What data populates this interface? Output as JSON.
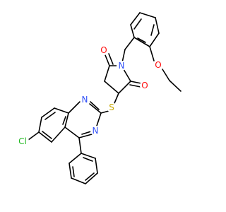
{
  "diagram": {
    "type": "chemical-structure",
    "background": "#ffffff",
    "bond_color": "#000000",
    "atoms": [
      {
        "id": "O1",
        "label": "O",
        "color": "#ff0d0d"
      },
      {
        "id": "N1",
        "label": "N",
        "color": "#3050f8"
      },
      {
        "id": "O2",
        "label": "O",
        "color": "#ff0d0d"
      },
      {
        "id": "O3",
        "label": "O",
        "color": "#ff0d0d"
      },
      {
        "id": "S1",
        "label": "S",
        "color": "#c8a800"
      },
      {
        "id": "N2",
        "label": "N",
        "color": "#3050f8"
      },
      {
        "id": "N3",
        "label": "N",
        "color": "#3050f8"
      },
      {
        "id": "Cl1",
        "label": "Cl",
        "color": "#1fb81f"
      }
    ]
  }
}
